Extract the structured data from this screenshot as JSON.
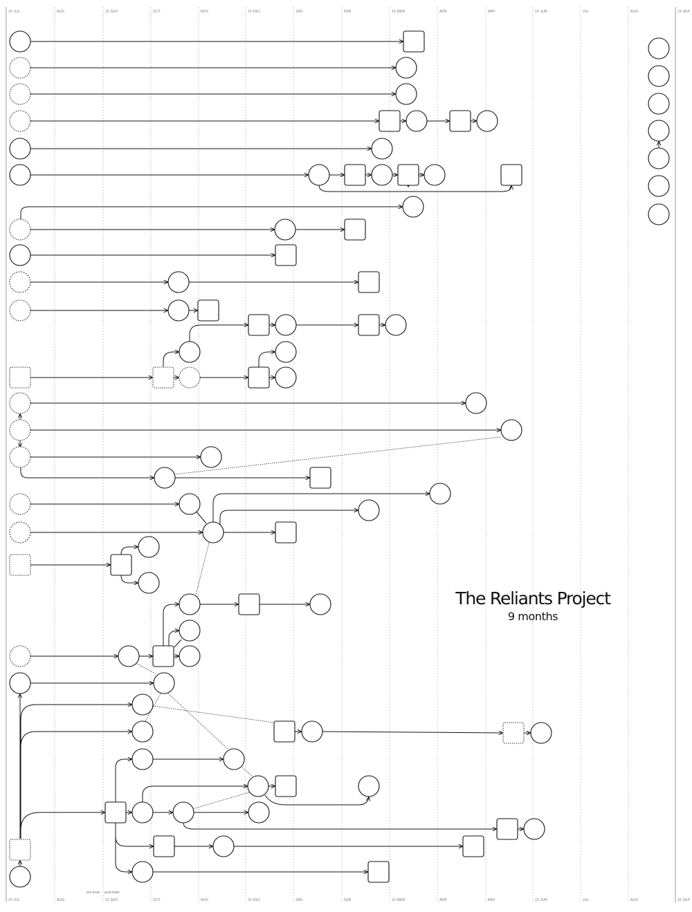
{
  "timeline": {
    "ticks": [
      "15 JUL",
      "AUG",
      "15 SEP",
      "OCT",
      "NOV",
      "15 DEC",
      "JAN",
      "FEB",
      "15 MAR",
      "APR",
      "MAY",
      "15 JUN",
      "JUL",
      "AUG",
      "15 SEP"
    ]
  },
  "footer_labels": [
    "pre-trials",
    "post-trials"
  ],
  "title": {
    "main": "The Reliants Project",
    "sub": "9 months"
  },
  "chart_data": {
    "type": "network-timeline",
    "x_axis": "time",
    "x_ticks": [
      "15 JUL",
      "AUG",
      "15 SEP",
      "OCT",
      "NOV",
      "15 DEC",
      "JAN",
      "FEB",
      "15 MAR",
      "APR",
      "MAY",
      "15 JUN",
      "JUL",
      "AUG",
      "15 SEP"
    ],
    "node_shapes": [
      "circle",
      "square"
    ],
    "node_styles": [
      "solid",
      "bold",
      "dotted",
      "heavy-dotted"
    ]
  }
}
